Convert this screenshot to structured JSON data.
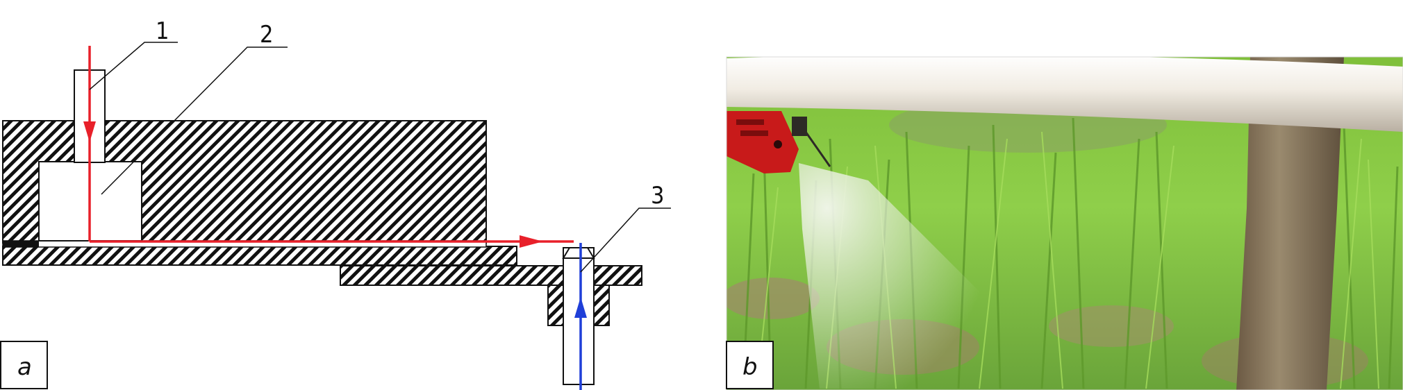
{
  "callouts": {
    "c1": "1",
    "c2": "2",
    "c3": "3"
  },
  "panels": {
    "a": "a",
    "b": "b"
  },
  "colors": {
    "liquid_flow": "#e8202a",
    "air_flow": "#1f3fd8",
    "hatch": "#111111"
  }
}
